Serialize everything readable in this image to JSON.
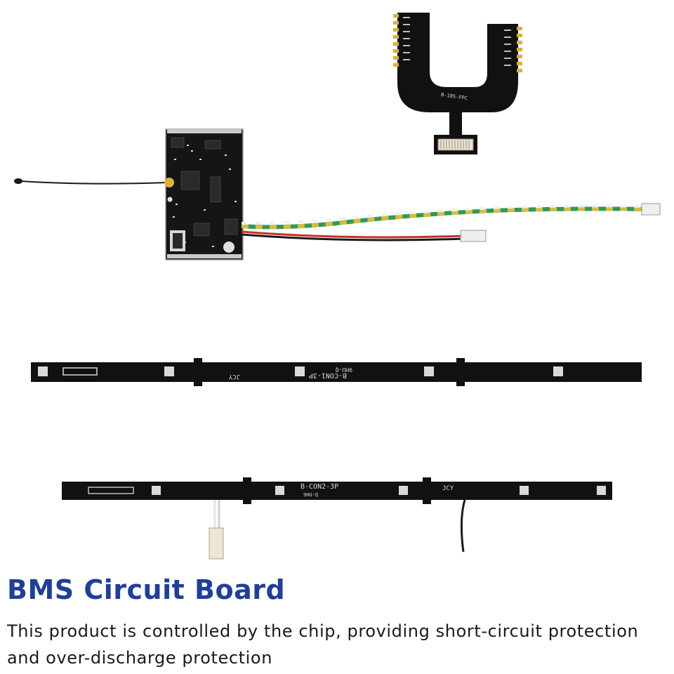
{
  "heading": "BMS Circuit Board",
  "description": "This product is controlled by the chip, providing short-circuit protection and over-discharge protection",
  "silkscreen": {
    "fpc_label": "B-10S-FPC",
    "strip1_label": "B-CON1-3P",
    "strip1_code": "9HU-Q",
    "strip1_maker": "JCY",
    "strip2_label": "B-CON2-3P",
    "strip2_code": "9HU-Q",
    "strip2_maker": "JCY"
  },
  "colors": {
    "heading": "#1f3f9a",
    "pcb": "#121212",
    "gold": "#d8b23a",
    "wire_green": "#2e9a5a",
    "wire_yellow": "#d7bd3c",
    "wire_red": "#c8302a"
  }
}
